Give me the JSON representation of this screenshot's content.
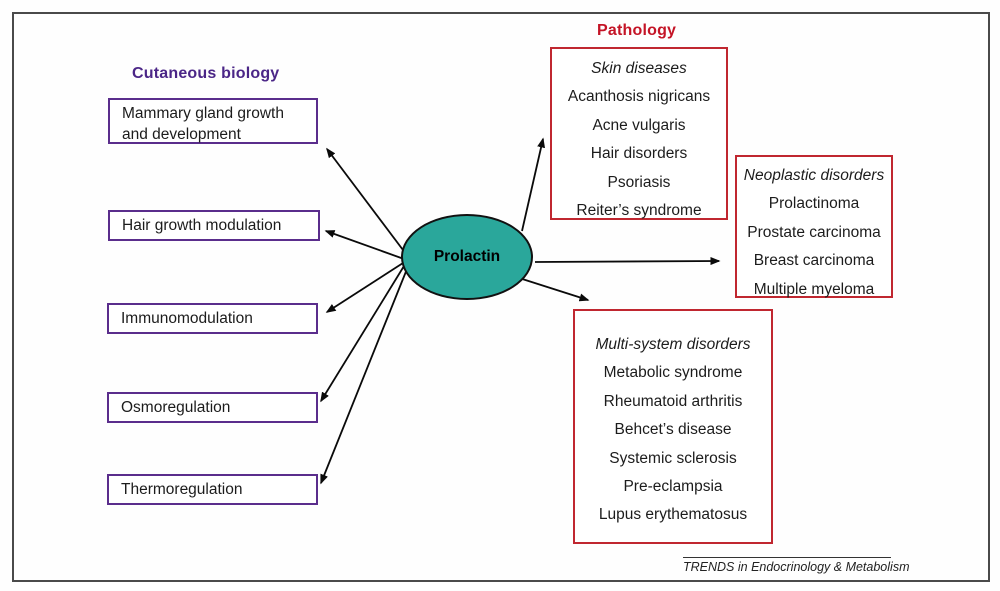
{
  "headers": {
    "left": "Cutaneous biology",
    "right": "Pathology"
  },
  "center": {
    "label": "Prolactin"
  },
  "left_boxes": [
    {
      "label": "Mammary gland growth and development"
    },
    {
      "label": "Hair growth modulation"
    },
    {
      "label": "Immunomodulation"
    },
    {
      "label": "Osmoregulation"
    },
    {
      "label": "Thermoregulation"
    }
  ],
  "right_boxes": [
    {
      "title": "Skin diseases",
      "items": [
        "Acanthosis nigricans",
        "Acne vulgaris",
        "Hair disorders",
        "Psoriasis",
        "Reiter’s syndrome"
      ]
    },
    {
      "title": "Neoplastic disorders",
      "items": [
        "Prolactinoma",
        "Prostate carcinoma",
        "Breast carcinoma",
        "Multiple myeloma"
      ]
    },
    {
      "title": "Multi-system disorders",
      "items": [
        "Metabolic syndrome",
        "Rheumatoid arthritis",
        "Behcet’s disease",
        "Systemic sclerosis",
        "Pre-eclampsia",
        "Lupus erythematosus"
      ]
    }
  ],
  "footer": {
    "journal": "TRENDS in Endocrinology & Metabolism"
  },
  "colors": {
    "teal": "#2aa79b",
    "purple_border": "#5a2d8c",
    "purple_header": "#4b2687",
    "red_border": "#c02730",
    "red_header": "#c41426",
    "arrow": "#0a0a0a"
  }
}
